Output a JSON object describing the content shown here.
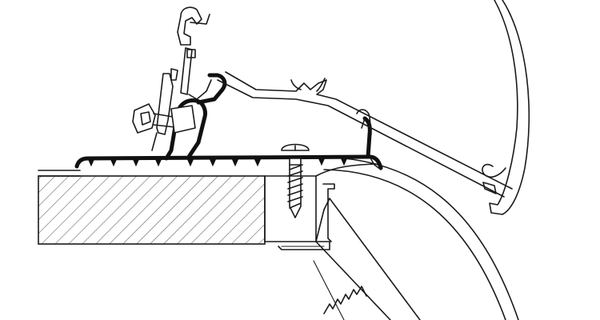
{
  "figure": {
    "type": "cross-section line drawing",
    "parts": [
      "awning-cassette-housing",
      "awning-rail-profile",
      "adapter-bracket",
      "bolt-and-nut",
      "rubber-seal",
      "flat-foot-adapter",
      "fixing-screw",
      "roof-panel",
      "roof-edge-profile",
      "vehicle-wall-curve",
      "support-arm"
    ],
    "colors": {
      "line": "#1a1a1a",
      "hatch": "#555555",
      "background": "#ffffff"
    },
    "hatch_pattern": "diagonal"
  }
}
